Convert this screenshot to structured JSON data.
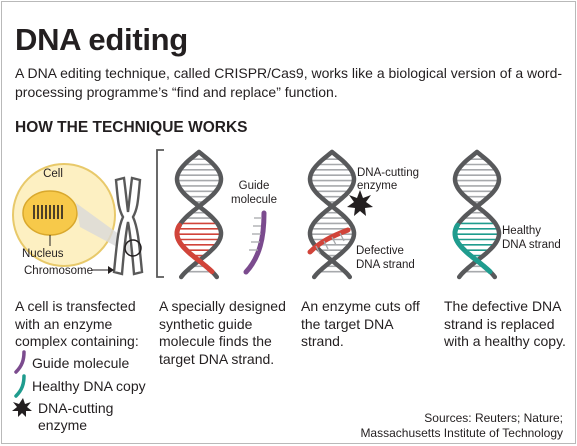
{
  "header": {
    "title": "DNA editing",
    "subtitle": "A DNA editing technique, called CRISPR/Cas9, works like a biological version of a word-processing programme’s “find and replace” function."
  },
  "section_title": "HOW THE TECHNIQUE WORKS",
  "panel1": {
    "cell_label": "Cell",
    "nucleus_label": "Nucleus",
    "chromosome_label": "Chromosome",
    "caption": "A cell is transfected with an enzyme complex containing:"
  },
  "legend": {
    "guide": "Guide molecule",
    "healthy": "Healthy DNA copy",
    "enzyme_line1": "DNA-cutting",
    "enzyme_line2": "enzyme"
  },
  "panel2": {
    "label_line1": "Guide",
    "label_line2": "molecule",
    "caption": "A specially designed synthetic guide molecule finds the target DNA strand."
  },
  "panel3": {
    "enzyme_line1": "DNA-cutting",
    "enzyme_line2": "enzyme",
    "defective_line1": "Defective",
    "defective_line2": "DNA strand",
    "caption": "An enzyme cuts off the target DNA strand."
  },
  "panel4": {
    "healthy_line1": "Healthy",
    "healthy_line2": "DNA strand",
    "caption": "The defective DNA strand is replaced with a healthy copy."
  },
  "sources": {
    "line1": "Sources: Reuters; Nature;",
    "line2": "Massachusetts Institute of Technology"
  },
  "colors": {
    "strand": "#58595b",
    "rung": "#a7a9ac",
    "target_red": "#d1443a",
    "guide_purple": "#7b4b8e",
    "healthy_teal": "#1f9c8e",
    "cell_fill": "#fdf0c2",
    "cell_stroke": "#e8c96a",
    "nucleus_fill": "#f7c94a",
    "chromosome": "#d9d9d9"
  }
}
